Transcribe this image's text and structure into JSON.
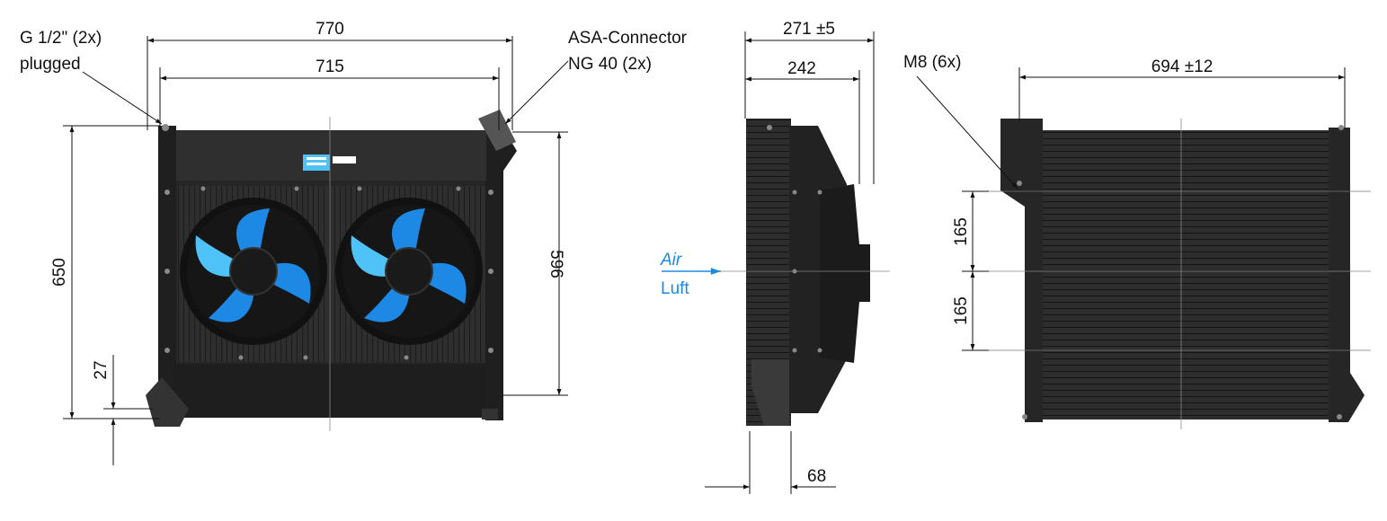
{
  "labels": {
    "port_thread": "G 1/2\" (2x)",
    "port_state": "plugged",
    "connector_name": "ASA-Connector",
    "connector_size": "NG 40 (2x)",
    "mount_thread": "M8 (6x)",
    "air_en": "Air",
    "air_de": "Luft"
  },
  "dimensions": {
    "overall_width": "770",
    "core_width": "715",
    "overall_height": "650",
    "core_height": "596",
    "foot_offset": "27",
    "depth_total": "271 ±5",
    "depth_frame": "242",
    "depth_connector": "68",
    "rear_width": "694 ±12",
    "mount_pitch_upper": "165",
    "mount_pitch_lower": "165"
  },
  "colors": {
    "body": "#2b2b2b",
    "body_dark": "#1c1c1c",
    "fan_blade": "#1e88e5",
    "fan_light": "#4fc3f7",
    "air_text": "#1e88e5",
    "line": "#111111"
  },
  "icons": {
    "fan": "axial-fan-icon",
    "flow_arrow": "arrow-right-icon"
  }
}
